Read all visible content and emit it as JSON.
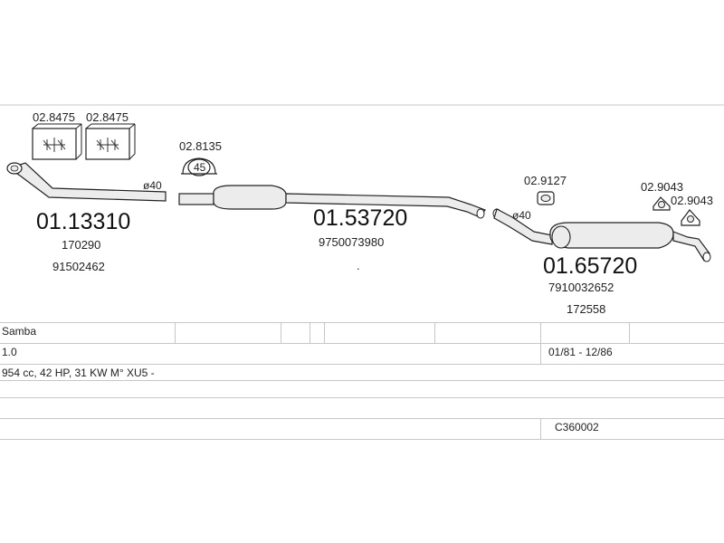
{
  "parts": {
    "box_left": "02.8475",
    "box_right": "02.8475",
    "clamp": "02.8135",
    "clamp_size": "45",
    "diameter_front": "ø40",
    "diameter_rear": "ø40",
    "front_pipe": {
      "number": "01.13310",
      "ref1": "170290",
      "ref2": "91502462"
    },
    "middle_silencer": {
      "number": "01.53720",
      "ref1": "9750073980",
      "dot": "."
    },
    "rubber_mount": "02.9127",
    "clamp_rear_a": "02.9043",
    "clamp_rear_b": "02.9043",
    "rear_silencer": {
      "number": "01.65720",
      "ref1": "7910032652",
      "ref2": "172558"
    }
  },
  "table": {
    "model": "Samba",
    "engine": "1.0",
    "years": "01/81 - 12/86",
    "spec": "954 cc, 42 HP, 31 KW M° XU5 -",
    "code": "C360002"
  },
  "colors": {
    "line": "#c7c7c7",
    "part_fill": "#ececec",
    "stroke": "#222222"
  }
}
